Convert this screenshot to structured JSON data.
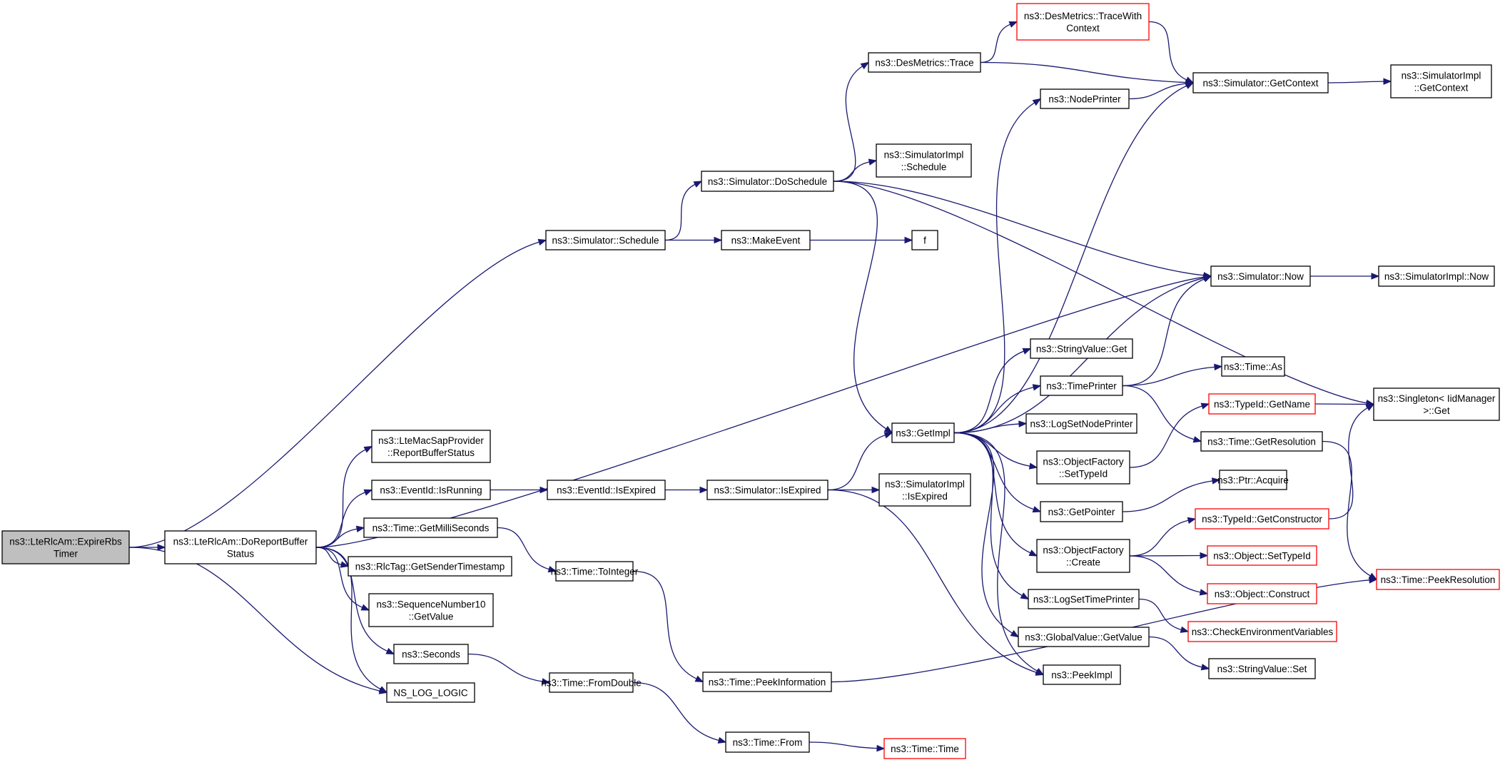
{
  "graph": {
    "type": "call-graph",
    "colors": {
      "edge": "#191970",
      "root_fill": "#bfbfbf",
      "border": "#000000",
      "truncated_border": "#ff0000"
    },
    "nodes": [
      {
        "id": "expire",
        "lines": [
          "ns3::LteRlcAm::ExpireRbs",
          "Timer"
        ],
        "root": true
      },
      {
        "id": "doreport",
        "lines": [
          "ns3::LteRlcAm::DoReportBuffer",
          "Status"
        ]
      },
      {
        "id": "sched",
        "lines": [
          "ns3::Simulator::Schedule"
        ]
      },
      {
        "id": "dosched",
        "lines": [
          "ns3::Simulator::DoSchedule"
        ]
      },
      {
        "id": "desmtrace",
        "lines": [
          "ns3::DesMetrics::Trace"
        ]
      },
      {
        "id": "desmtwc",
        "lines": [
          "ns3::DesMetrics::TraceWith",
          "Context"
        ],
        "truncated": true
      },
      {
        "id": "getctx",
        "lines": [
          "ns3::Simulator::GetContext"
        ]
      },
      {
        "id": "implgetctx",
        "lines": [
          "ns3::SimulatorImpl",
          "::GetContext"
        ]
      },
      {
        "id": "nodeprinter",
        "lines": [
          "ns3::NodePrinter"
        ]
      },
      {
        "id": "implsched",
        "lines": [
          "ns3::SimulatorImpl",
          "::Schedule"
        ]
      },
      {
        "id": "makeevent",
        "lines": [
          "ns3::MakeEvent"
        ]
      },
      {
        "id": "f",
        "lines": [
          "f"
        ]
      },
      {
        "id": "simnow",
        "lines": [
          "ns3::Simulator::Now"
        ]
      },
      {
        "id": "implnow",
        "lines": [
          "ns3::SimulatorImpl::Now"
        ]
      },
      {
        "id": "singleton",
        "lines": [
          "ns3::Singleton< IidManager",
          ">::Get"
        ]
      },
      {
        "id": "strget",
        "lines": [
          "ns3::StringValue::Get"
        ]
      },
      {
        "id": "timeprinter",
        "lines": [
          "ns3::TimePrinter"
        ]
      },
      {
        "id": "timeas",
        "lines": [
          "ns3::Time::As"
        ]
      },
      {
        "id": "typeidgetname",
        "lines": [
          "ns3::TypeId::GetName"
        ],
        "truncated": true
      },
      {
        "id": "timegetres",
        "lines": [
          "ns3::Time::GetResolution"
        ]
      },
      {
        "id": "logsetnode",
        "lines": [
          "ns3::LogSetNodePrinter"
        ]
      },
      {
        "id": "getimpl",
        "lines": [
          "ns3::GetImpl"
        ]
      },
      {
        "id": "ofsettypeid",
        "lines": [
          "ns3::ObjectFactory",
          "::SetTypeId"
        ]
      },
      {
        "id": "ptracquire",
        "lines": [
          "ns3::Ptr::Acquire"
        ]
      },
      {
        "id": "getpointer",
        "lines": [
          "ns3::GetPointer"
        ]
      },
      {
        "id": "typeidgetctor",
        "lines": [
          "ns3::TypeId::GetConstructor"
        ],
        "truncated": true
      },
      {
        "id": "ofcreate",
        "lines": [
          "ns3::ObjectFactory",
          "::Create"
        ]
      },
      {
        "id": "objsettypeid",
        "lines": [
          "ns3::Object::SetTypeId"
        ],
        "truncated": true
      },
      {
        "id": "objconstruct",
        "lines": [
          "ns3::Object::Construct"
        ],
        "truncated": true
      },
      {
        "id": "timepeekres",
        "lines": [
          "ns3::Time::PeekResolution"
        ],
        "truncated": true
      },
      {
        "id": "logsettime",
        "lines": [
          "ns3::LogSetTimePrinter"
        ]
      },
      {
        "id": "checkenv",
        "lines": [
          "ns3::CheckEnvironmentVariables"
        ],
        "truncated": true
      },
      {
        "id": "gvget",
        "lines": [
          "ns3::GlobalValue::GetValue"
        ]
      },
      {
        "id": "strset",
        "lines": [
          "ns3::StringValue::Set"
        ]
      },
      {
        "id": "peekimpl",
        "lines": [
          "ns3::PeekImpl"
        ]
      },
      {
        "id": "ltemac",
        "lines": [
          "ns3::LteMacSapProvider",
          "::ReportBufferStatus"
        ]
      },
      {
        "id": "eidrunning",
        "lines": [
          "ns3::EventId::IsRunning"
        ]
      },
      {
        "id": "eidexpired",
        "lines": [
          "ns3::EventId::IsExpired"
        ]
      },
      {
        "id": "simexpired",
        "lines": [
          "ns3::Simulator::IsExpired"
        ]
      },
      {
        "id": "implexpired",
        "lines": [
          "ns3::SimulatorImpl",
          "::IsExpired"
        ]
      },
      {
        "id": "getmilli",
        "lines": [
          "ns3::Time::GetMilliSeconds"
        ]
      },
      {
        "id": "rlctag",
        "lines": [
          "ns3::RlcTag::GetSenderTimestamp"
        ]
      },
      {
        "id": "tointeger",
        "lines": [
          "ns3::Time::ToInteger"
        ]
      },
      {
        "id": "seqnum",
        "lines": [
          "ns3::SequenceNumber10",
          "::GetValue"
        ]
      },
      {
        "id": "seconds",
        "lines": [
          "ns3::Seconds"
        ]
      },
      {
        "id": "fromdouble",
        "lines": [
          "ns3::Time::FromDouble"
        ]
      },
      {
        "id": "peekinfo",
        "lines": [
          "ns3::Time::PeekInformation"
        ]
      },
      {
        "id": "nslog",
        "lines": [
          "NS_LOG_LOGIC"
        ]
      },
      {
        "id": "timefrom",
        "lines": [
          "ns3::Time::From"
        ]
      },
      {
        "id": "timetime",
        "lines": [
          "ns3::Time::Time"
        ],
        "truncated": true
      }
    ],
    "edges": [
      [
        "expire",
        "doreport"
      ],
      [
        "expire",
        "sched"
      ],
      [
        "expire",
        "nslog"
      ],
      [
        "doreport",
        "simnow"
      ],
      [
        "doreport",
        "ltemac"
      ],
      [
        "doreport",
        "eidrunning"
      ],
      [
        "doreport",
        "getmilli"
      ],
      [
        "doreport",
        "rlctag"
      ],
      [
        "doreport",
        "seqnum"
      ],
      [
        "doreport",
        "seconds"
      ],
      [
        "doreport",
        "nslog"
      ],
      [
        "sched",
        "dosched"
      ],
      [
        "sched",
        "makeevent"
      ],
      [
        "makeevent",
        "f"
      ],
      [
        "dosched",
        "desmtrace"
      ],
      [
        "dosched",
        "implsched"
      ],
      [
        "dosched",
        "simnow"
      ],
      [
        "dosched",
        "singleton"
      ],
      [
        "dosched",
        "getimpl"
      ],
      [
        "desmtrace",
        "desmtwc"
      ],
      [
        "desmtrace",
        "getctx"
      ],
      [
        "desmtwc",
        "getctx"
      ],
      [
        "getctx",
        "implgetctx"
      ],
      [
        "nodeprinter",
        "getctx"
      ],
      [
        "simnow",
        "implnow"
      ],
      [
        "getimpl",
        "getctx"
      ],
      [
        "getimpl",
        "nodeprinter"
      ],
      [
        "getimpl",
        "simnow"
      ],
      [
        "getimpl",
        "strget"
      ],
      [
        "getimpl",
        "timeprinter"
      ],
      [
        "getimpl",
        "logsetnode"
      ],
      [
        "getimpl",
        "ofsettypeid"
      ],
      [
        "getimpl",
        "getpointer"
      ],
      [
        "getimpl",
        "ofcreate"
      ],
      [
        "getimpl",
        "logsettime"
      ],
      [
        "getimpl",
        "gvget"
      ],
      [
        "getimpl",
        "peekimpl"
      ],
      [
        "timeprinter",
        "simnow"
      ],
      [
        "timeprinter",
        "timeas"
      ],
      [
        "timeprinter",
        "timegetres"
      ],
      [
        "timegetres",
        "timepeekres"
      ],
      [
        "typeidgetname",
        "singleton"
      ],
      [
        "ofsettypeid",
        "typeidgetname"
      ],
      [
        "getpointer",
        "ptracquire"
      ],
      [
        "ofcreate",
        "typeidgetctor"
      ],
      [
        "ofcreate",
        "objsettypeid"
      ],
      [
        "ofcreate",
        "objconstruct"
      ],
      [
        "typeidgetctor",
        "singleton"
      ],
      [
        "logsettime",
        "checkenv"
      ],
      [
        "gvget",
        "strset"
      ],
      [
        "eidrunning",
        "eidexpired"
      ],
      [
        "eidexpired",
        "simexpired"
      ],
      [
        "simexpired",
        "getimpl"
      ],
      [
        "simexpired",
        "implexpired"
      ],
      [
        "simexpired",
        "peekimpl"
      ],
      [
        "getmilli",
        "tointeger"
      ],
      [
        "tointeger",
        "peekinfo"
      ],
      [
        "seconds",
        "fromdouble"
      ],
      [
        "fromdouble",
        "timefrom"
      ],
      [
        "timefrom",
        "timetime"
      ],
      [
        "peekinfo",
        "timepeekres"
      ]
    ]
  }
}
